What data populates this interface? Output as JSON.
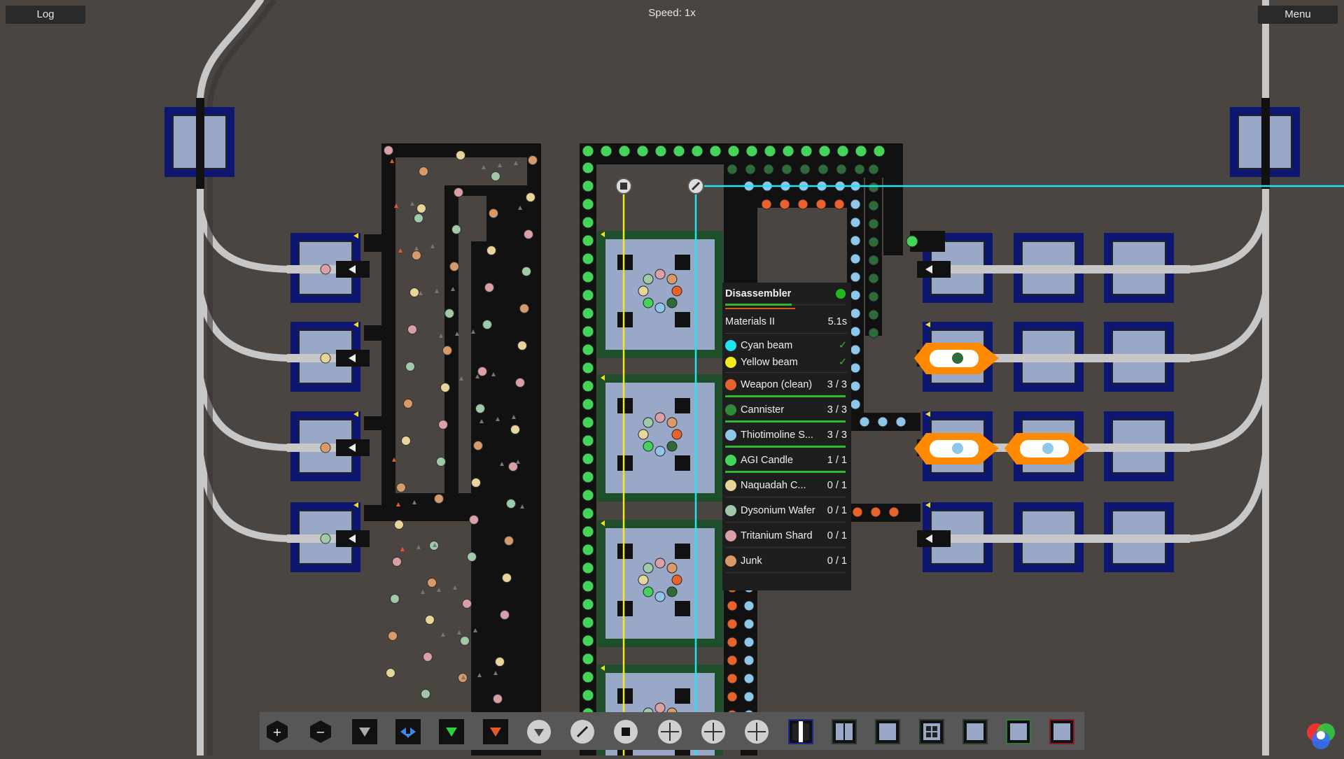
{
  "header": {
    "log_label": "Log",
    "speed_label": "Speed: 1x",
    "menu_label": "Menu"
  },
  "tooltip": {
    "title": "Disassembler",
    "status_color": "#1fb81f",
    "recipe": "Materials II",
    "recipe_time": "5.1s",
    "recipe_progress": 0.55,
    "beams": [
      {
        "name": "Cyan beam",
        "color": "#1ee4f0",
        "check": "✓"
      },
      {
        "name": "Yellow beam",
        "color": "#f0ea1e",
        "check": "✓"
      }
    ],
    "items": [
      {
        "name": "Weapon (clean)",
        "count": "3 / 3",
        "icon_color": "#e8622a",
        "fill": 1.0
      },
      {
        "name": "Cannister",
        "count": "3 / 3",
        "icon_color": "#2f8a3a",
        "fill": 1.0
      },
      {
        "name": "Thiotimoline S...",
        "count": "3 / 3",
        "icon_color": "#8ec7ea",
        "fill": 1.0
      },
      {
        "name": "AGI Candle",
        "count": "1 / 1",
        "icon_color": "#45d45a",
        "fill": 1.0
      },
      {
        "name": "Naquadah C...",
        "count": "0 / 1",
        "icon_color": "#e8d59a",
        "fill": 0.0
      },
      {
        "name": "Dysonium Wafer",
        "count": "0 / 1",
        "icon_color": "#9fc9a7",
        "fill": 0.0
      },
      {
        "name": "Tritanium Shard",
        "count": "0 / 1",
        "icon_color": "#d9a0a6",
        "fill": 0.0
      },
      {
        "name": "Junk",
        "count": "0 / 1",
        "icon_color": "#d99a6a",
        "fill": 0.0
      }
    ]
  },
  "toolbar": {
    "tools": [
      {
        "icon": "add-hex-icon"
      },
      {
        "icon": "remove-hex-icon"
      },
      {
        "icon": "arrow-down-icon"
      },
      {
        "icon": "splitter-icon"
      },
      {
        "icon": "green-arrow-down-icon"
      },
      {
        "icon": "red-arrow-down-icon"
      },
      {
        "icon": "circle-arrow-down-icon"
      },
      {
        "icon": "circle-slash-icon"
      },
      {
        "icon": "circle-square-icon"
      },
      {
        "icon": "circle-crossroads-icon"
      },
      {
        "icon": "circle-merge-icon"
      },
      {
        "icon": "circle-split-icon"
      },
      {
        "icon": "building-small-icon"
      },
      {
        "icon": "building-double-icon"
      },
      {
        "icon": "building-corner-icon"
      },
      {
        "icon": "building-grid-icon"
      },
      {
        "icon": "building-dot-icon"
      },
      {
        "icon": "building-green-icon"
      },
      {
        "icon": "building-red-icon"
      }
    ]
  },
  "colors": {
    "background": "#4a4541",
    "belt": "#0f0f0f",
    "rail": "#c9c9c9",
    "station": "#0d1670",
    "cyan_beam": "#1ee4f0",
    "yellow_beam": "#f0ea1e",
    "highlight": "#ff8a00"
  }
}
